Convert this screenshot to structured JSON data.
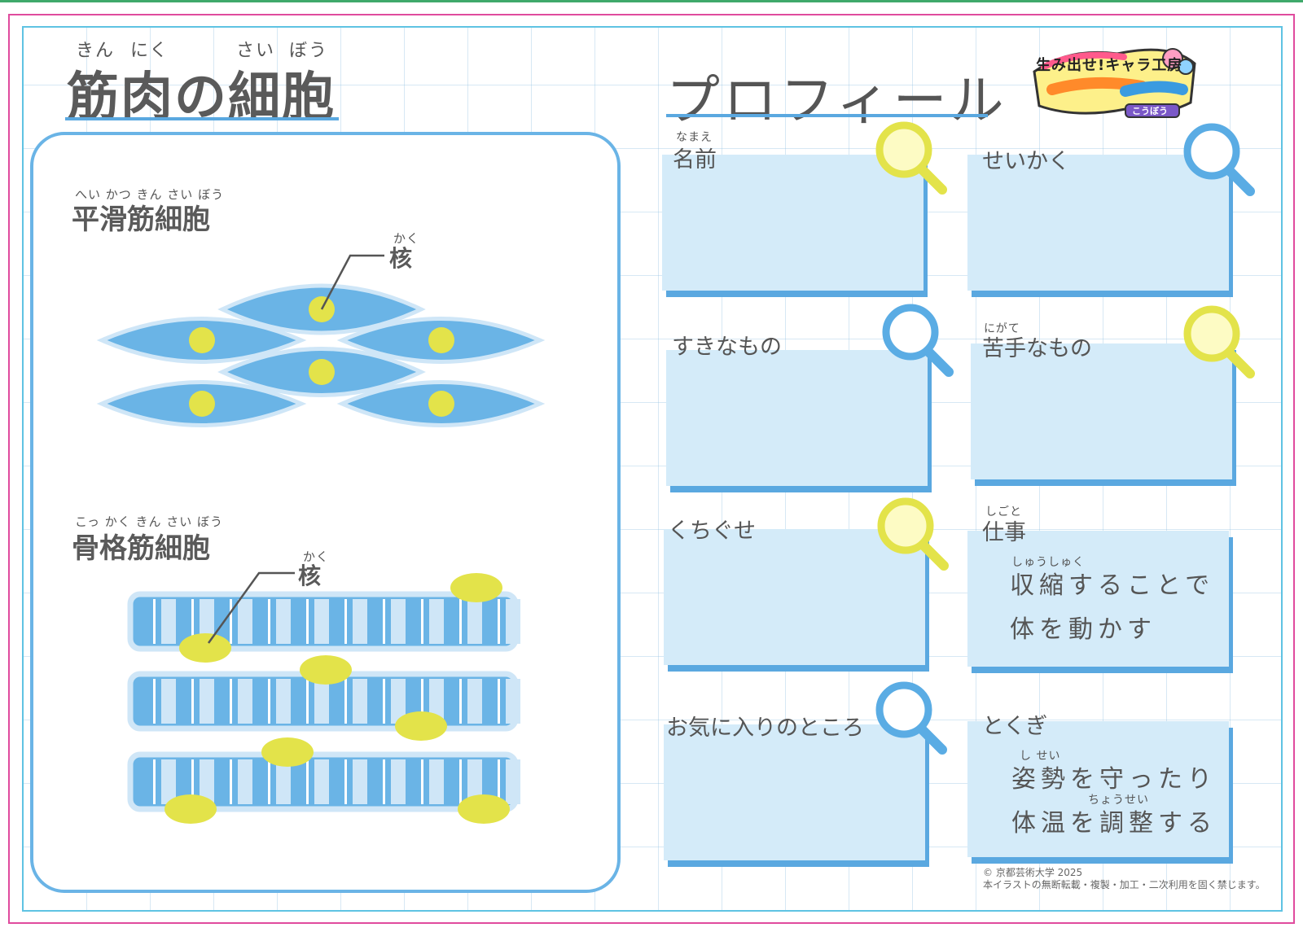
{
  "left": {
    "title": "筋肉の細胞",
    "title_ruby": [
      "きん",
      "にく",
      "さい",
      "ぼう"
    ],
    "smooth": {
      "label": "平滑筋細胞",
      "ruby": "へい かつ きん さい ぼう",
      "nucleus_label": "核",
      "nucleus_ruby": "かく"
    },
    "skeletal": {
      "label": "骨格筋細胞",
      "ruby": "こっ かく きん さい ぼう",
      "nucleus_label": "核",
      "nucleus_ruby": "かく"
    }
  },
  "profile": {
    "title": "プロフィール",
    "logo": {
      "text": "生み出せ!キャラ工房",
      "ruby": "こうぼう"
    },
    "cards": {
      "name": {
        "label": "名前",
        "ruby": "なまえ"
      },
      "personality": {
        "label": "せいかく"
      },
      "likes": {
        "label": "すきなもの"
      },
      "dislikes": {
        "label": "苦手なもの",
        "ruby": "にがて"
      },
      "catchphrase": {
        "label": "くちぐせ"
      },
      "job": {
        "label": "仕事",
        "ruby": "しごと",
        "line1": "収縮することで",
        "line1_ruby": "しゅうしゅく",
        "line2": "体を動かす"
      },
      "favorite": {
        "label": "お気に入りのところ"
      },
      "skill": {
        "label": "とくぎ",
        "line1": "姿勢を守ったり",
        "line1_ruby": "し せい",
        "line2": "体温を調整する",
        "line2_ruby": "ちょうせい"
      }
    }
  },
  "footer": {
    "copyright": "© 京都芸術大学 2025",
    "notice": "本イラストの無断転載・複製・加工・二次利用を固く禁じます。"
  },
  "colors": {
    "cell_blue": "#6ab4e6",
    "cell_outline": "#cfe6f7",
    "nucleus_yellow": "#e3e34a",
    "card_face": "#d4ebf9",
    "card_shadow": "#5aa8e0",
    "magnifier_blue": "#5aace4",
    "magnifier_yellow": "#e3e34a"
  }
}
